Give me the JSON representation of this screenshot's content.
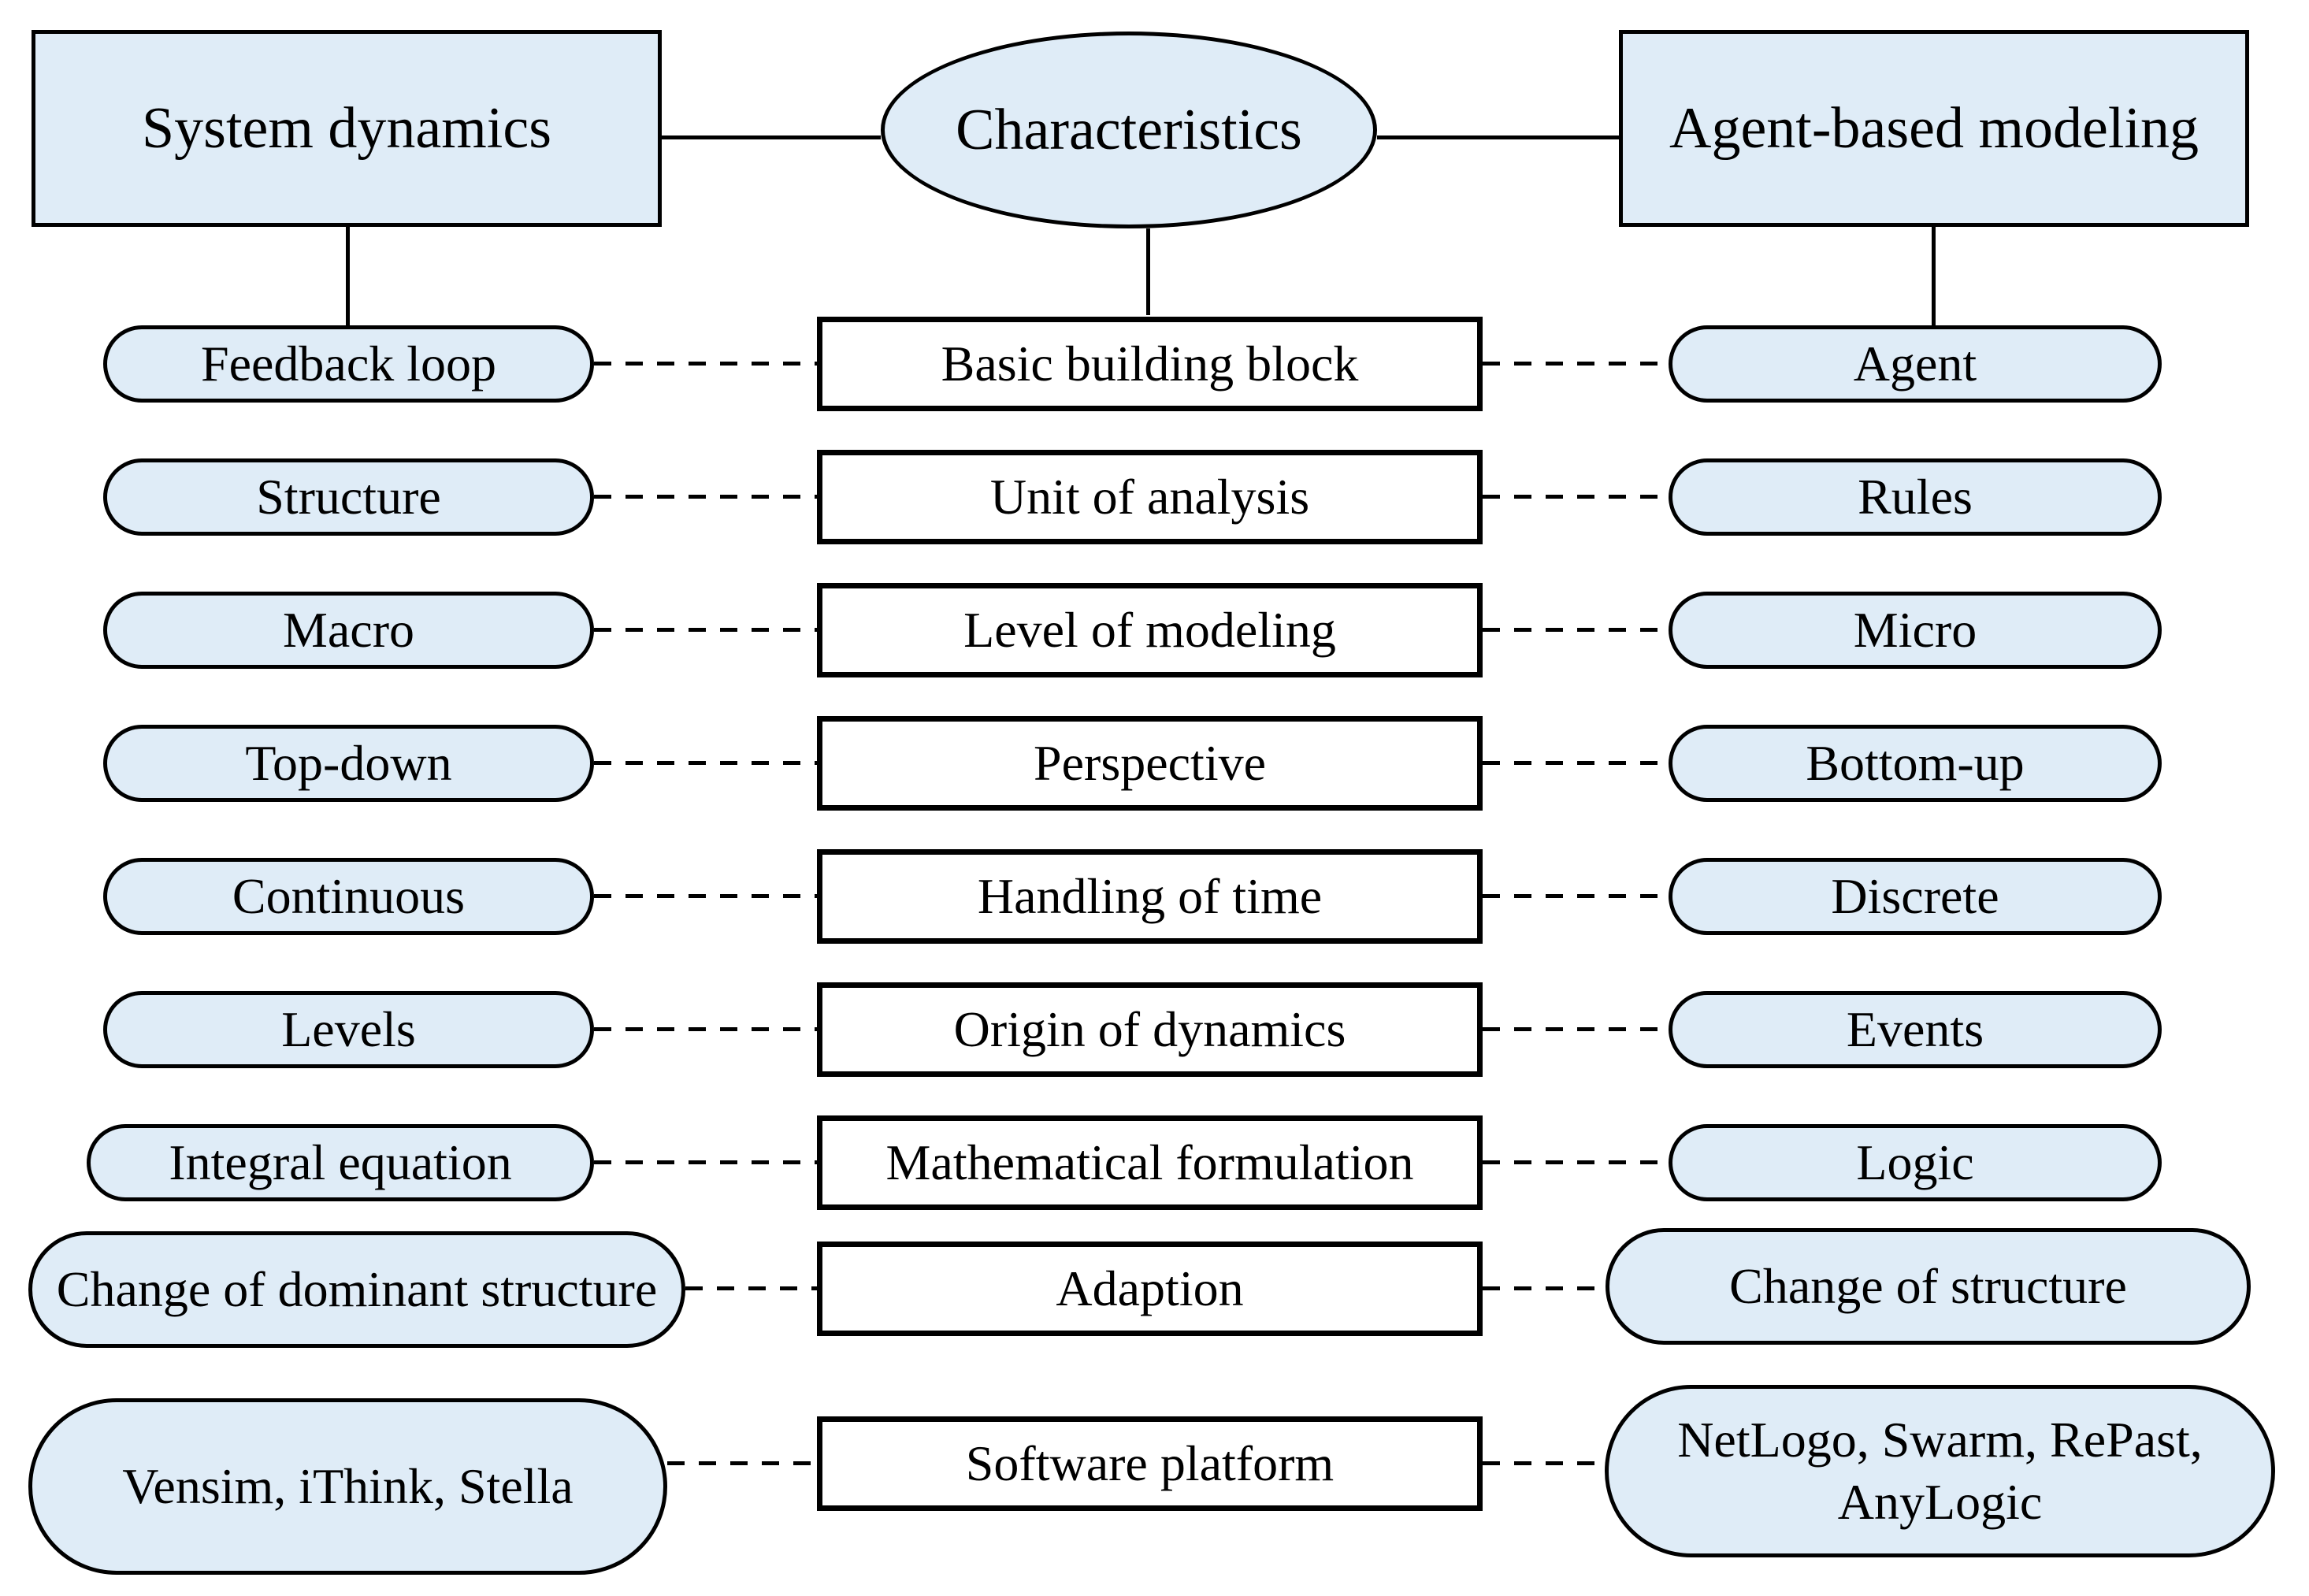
{
  "diagram": {
    "title_left": "System dynamics",
    "title_center": "Characteristics",
    "title_right": "Agent-based modeling",
    "colors": {
      "node_fill": "#dfecf7",
      "box_fill": "#ffffff",
      "stroke": "#000000",
      "background": "#ffffff"
    },
    "rows": [
      {
        "characteristic": "Basic building block",
        "system_dynamics": "Feedback loop",
        "agent_based": "Agent"
      },
      {
        "characteristic": "Unit of analysis",
        "system_dynamics": "Structure",
        "agent_based": "Rules"
      },
      {
        "characteristic": "Level of modeling",
        "system_dynamics": "Macro",
        "agent_based": "Micro"
      },
      {
        "characteristic": "Perspective",
        "system_dynamics": "Top-down",
        "agent_based": "Bottom-up"
      },
      {
        "characteristic": "Handling of time",
        "system_dynamics": "Continuous",
        "agent_based": "Discrete"
      },
      {
        "characteristic": "Origin of dynamics",
        "system_dynamics": "Levels",
        "agent_based": "Events"
      },
      {
        "characteristic": "Mathematical formulation",
        "system_dynamics": "Integral equation",
        "agent_based": "Logic"
      },
      {
        "characteristic": "Adaption",
        "system_dynamics": "Change of dominant structure",
        "agent_based": "Change of structure"
      },
      {
        "characteristic": "Software platform",
        "system_dynamics": "Vensim, iThink, Stella",
        "agent_based": "NetLogo, Swarm,  RePast,\nAnyLogic"
      }
    ]
  }
}
